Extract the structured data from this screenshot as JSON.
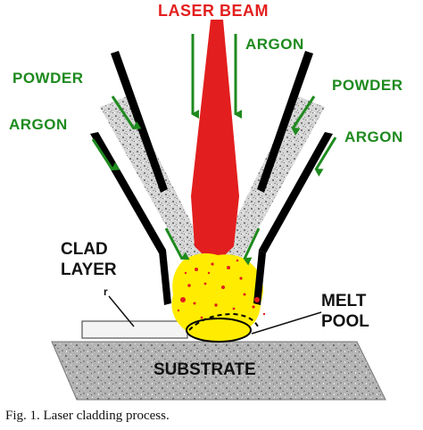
{
  "labels": {
    "laser_beam": "LASER BEAM",
    "argon_top": "ARGON",
    "powder_left": "POWDER",
    "argon_left": "ARGON",
    "powder_right": "POWDER",
    "argon_right": "ARGON",
    "clad_layer_line1": "CLAD",
    "clad_layer_line2": "LAYER",
    "melt_pool_line1": "MELT",
    "melt_pool_line2": "POOL",
    "substrate": "SUBSTRATE",
    "clad_marker": "r"
  },
  "caption": "Fig. 1. Laser cladding process.",
  "colors": {
    "laser": "#e31e1e",
    "argon_arrow": "#1e8a1e",
    "melt_zone": "#ffec00",
    "nozzle": "#000000",
    "powder": "#9a9a9a",
    "substrate": "#a8a8a8"
  }
}
